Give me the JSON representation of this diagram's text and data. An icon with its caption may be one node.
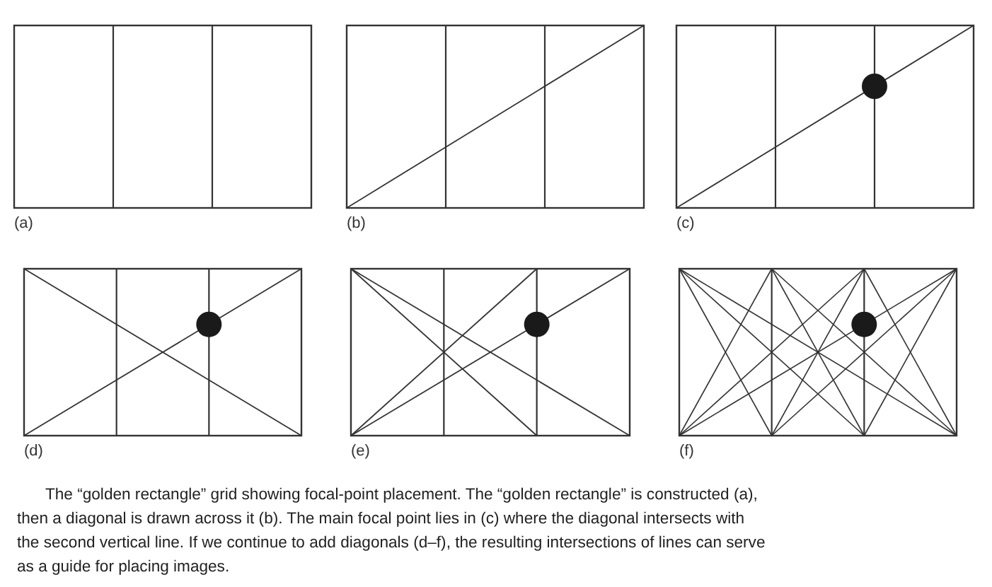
{
  "diagram": {
    "caption": "The “golden rectangle” grid showing focal-point placement. The “golden rectangle” is constructed (a), then a diagonal is drawn across it (b). The main focal point lies in (c) where the diagonal intersects with the second vertical line. If we continue to add diagonals (d–f), the resulting intersections of lines can serve as a guide for placing images.",
    "labels": [
      "(a)",
      "(b)",
      "(c)",
      "(d)",
      "(e)",
      "(f)"
    ]
  }
}
